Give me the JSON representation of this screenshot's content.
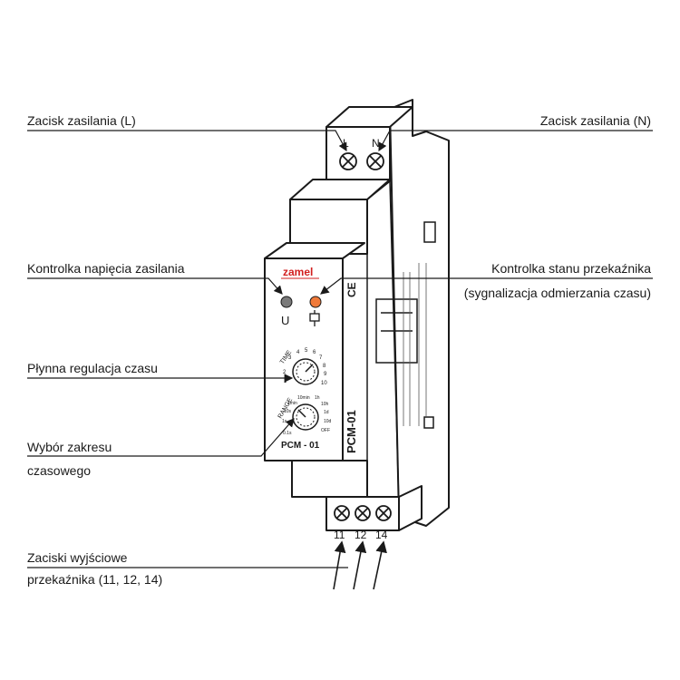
{
  "labels": {
    "supply_l": "Zacisk zasilania (L)",
    "supply_n": "Zacisk zasilania (N)",
    "power_led": "Kontrolka napięcia zasilania",
    "relay_led": "Kontrolka stanu przekaźnika",
    "relay_led_note": "(sygnalizacja odmierzania czasu)",
    "time_adjust": "Płynna regulacja czasu",
    "range_line1": "Wybór  zakresu",
    "range_line2": "czasowego",
    "output_line1": "Zaciski wyjściowe",
    "output_line2": "przekaźnika (11, 12, 14)"
  },
  "device": {
    "brand": "zamel",
    "model": "PCM - 01",
    "side_model": "PCM-01",
    "led_u_label": "U",
    "time_label": "TIME",
    "range_label": "RANGE",
    "terminal_top": [
      "L",
      "N"
    ],
    "terminal_bottom": [
      "11",
      "12",
      "14"
    ],
    "time_scale": [
      "1",
      "2",
      "3",
      "4",
      "5",
      "6",
      "7",
      "8",
      "9",
      "10"
    ],
    "range_scale": [
      "0.1s",
      "1s",
      "10s",
      "1min",
      "10min",
      "1h",
      "10h",
      "1d",
      "10d",
      "OFF"
    ]
  },
  "colors": {
    "outline": "#1a1a1a",
    "led_power": "#7a7a7a",
    "led_relay": "#f07a3a",
    "brand": "#d21f1f"
  }
}
